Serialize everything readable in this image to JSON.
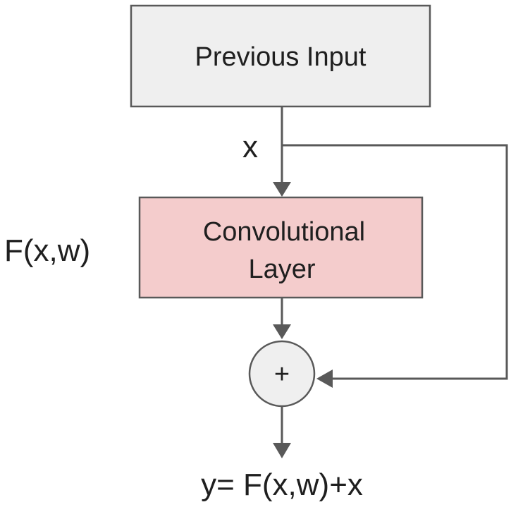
{
  "diagram": {
    "nodes": {
      "previous_input": {
        "label": "Previous Input"
      },
      "conv_layer": {
        "label_line1": "Convolutional",
        "label_line2": "Layer"
      },
      "add_node": {
        "label": "+"
      }
    },
    "labels": {
      "x": "x",
      "function": "F(x,w)",
      "output": "y= F(x,w)+x"
    },
    "colors": {
      "previous_input_fill": "#efefef",
      "conv_layer_fill": "#f4cccc",
      "add_node_fill": "#efefef",
      "stroke": "#595959",
      "edge": "#595959"
    },
    "edges": [
      {
        "from": "previous_input",
        "to": "conv_layer",
        "label": "x"
      },
      {
        "from": "conv_layer",
        "to": "add_node"
      },
      {
        "from": "previous_input",
        "to": "add_node",
        "type": "skip-connection"
      },
      {
        "from": "add_node",
        "to": "output"
      }
    ]
  }
}
